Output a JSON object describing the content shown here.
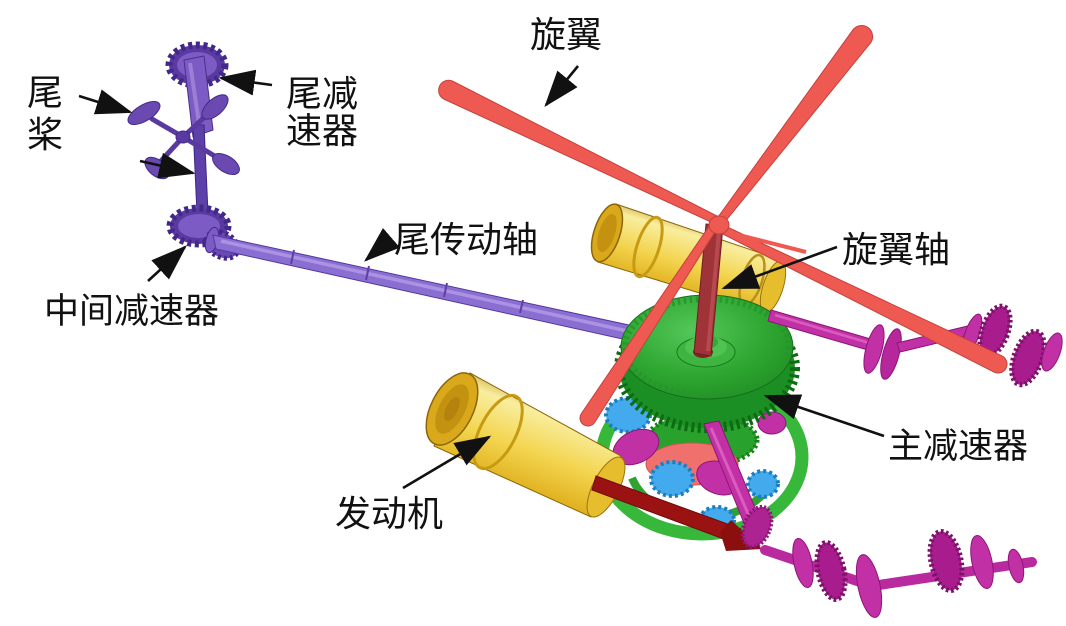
{
  "figure": {
    "kind": "helicopter-transmission-3d-cad-diagram",
    "labels": {
      "rotor": "旋翼",
      "tail_rotor": {
        "line1": "尾",
        "line2": "桨"
      },
      "tail_gearbox": {
        "line1": "尾减",
        "line2": "速器"
      },
      "tail_drive_shaft": "尾传动轴",
      "intermediate_gearbox": "中间减速器",
      "rotor_shaft": "旋翼轴",
      "main_gearbox": "主减速器",
      "engine": "发动机"
    },
    "colors": {
      "label_text": "#111111",
      "rotor_blade": "#ee5a52",
      "rotor_blade_edge": "#c4403c",
      "rotor_shaft": "#9e3338",
      "tail_purple": "#7c5cc4",
      "tail_purple_dark": "#4a2f8a",
      "tail_purple_mid": "#6a4ab0",
      "drive_shaft": "#8a6ed2",
      "drive_shaft_dark": "#54379e",
      "engine_gold": "#e8bd28",
      "engine_gold_dark": "#9f7410",
      "gear_green": "#2fa832",
      "gear_green_dark": "#1c8f24",
      "ring_green": "#37b83a",
      "gear_blue": "#44aaee",
      "gear_salmon": "#f0706e",
      "magenta": "#c230a5",
      "magenta_dark": "#8e1578",
      "gear_dark_magenta": "#a81c8e",
      "dark_red": "#9b1212"
    }
  }
}
